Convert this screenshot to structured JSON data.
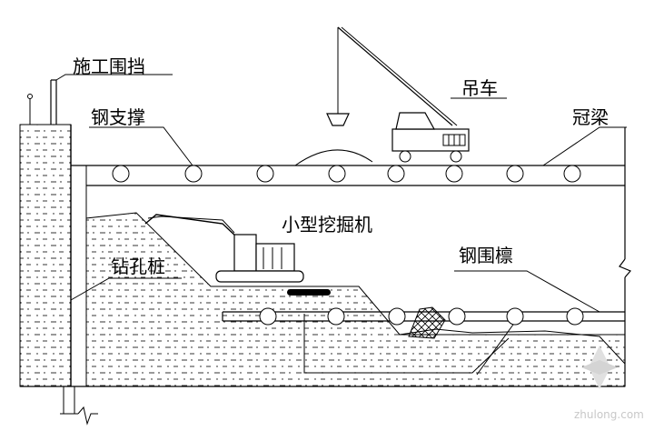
{
  "labels": {
    "fence": "施工围挡",
    "steel_support": "钢支撑",
    "crane": "吊车",
    "crown_beam": "冠梁",
    "small_excavator": "小型挖掘机",
    "bored_pile": "钻孔桩",
    "steel_waling": "钢围檩"
  },
  "watermark": "zhulong.com",
  "colors": {
    "line": "#000000",
    "background": "#ffffff",
    "watermark": "#c8c8c8"
  }
}
